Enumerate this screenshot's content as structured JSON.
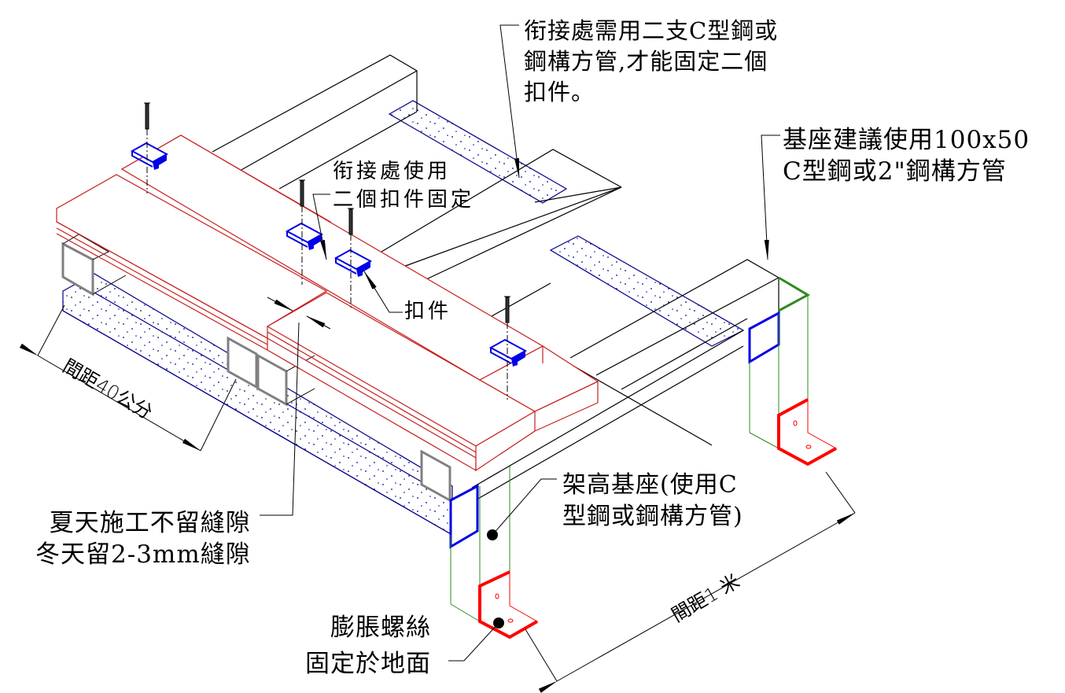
{
  "drawing": {
    "title": "塑木地板架高施工示意圖",
    "colors": {
      "deck_board": "#c81e1e",
      "clip": "#0000e6",
      "foundation": "#00008b",
      "steel_tube": "#808080",
      "post": "#2e8b1f",
      "post_cap": "#0000e6",
      "bracket": "#ff0000",
      "beam": "#000000",
      "callout": "#000000"
    }
  },
  "annotations": {
    "joint_c_steel": {
      "lines": [
        "衔接處需用二支C型鋼或",
        "鋼構方管,才能固定二個",
        "扣件。"
      ]
    },
    "base_recommend": {
      "lines": [
        "基座建議使用100x50",
        "C型鋼或2\"鋼構方管"
      ]
    },
    "joint_two_clips": {
      "lines": [
        "衔接處使用",
        "二個扣件固定"
      ]
    },
    "clip": {
      "text": "扣件"
    },
    "gap_note": {
      "lines": [
        "夏天施工不留縫隙",
        "冬天留2-3mm縫隙"
      ]
    },
    "raised_base": {
      "lines": [
        "架高基座(使用C",
        "型鋼或鋼構方管)"
      ]
    },
    "anchor_bolt": {
      "lines": [
        "膨脹螺絲",
        "固定於地面"
      ]
    }
  },
  "dimensions": {
    "joist_spacing": {
      "label": "間距40公分",
      "value": 40,
      "unit": "公分"
    },
    "post_spacing": {
      "label": "間距1 米",
      "value": 1,
      "unit": "米"
    }
  }
}
